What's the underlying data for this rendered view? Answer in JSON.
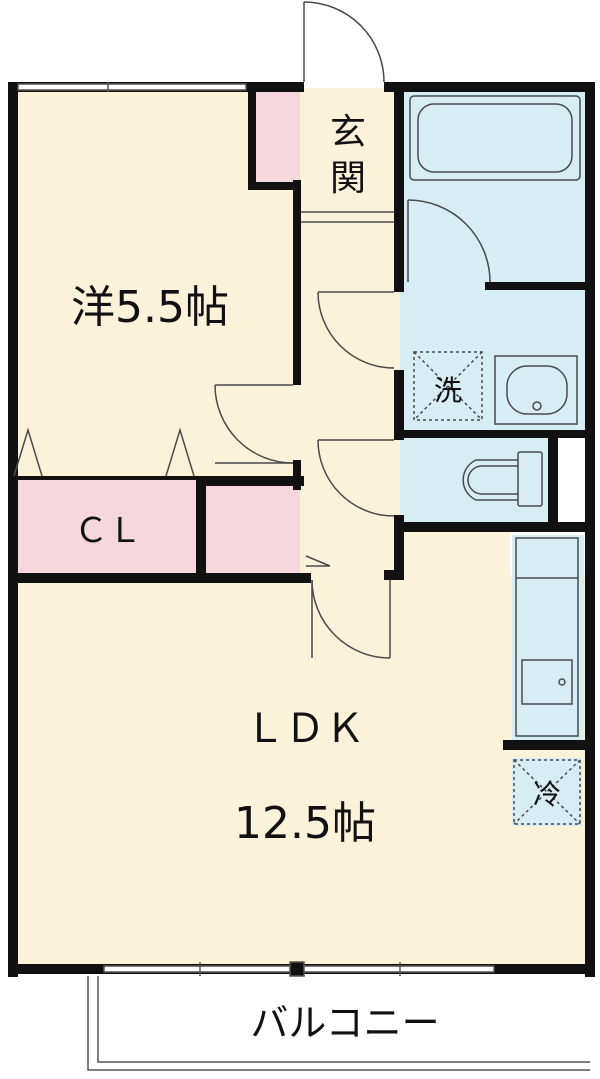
{
  "colors": {
    "floor_room": "#fbf3d9",
    "floor_wet": "#d6edf3",
    "closet": "#f6d7dd",
    "wall": "#111111",
    "fixture_line": "#4a4a4a",
    "outline": "#2a2a2a"
  },
  "rooms": {
    "western_room": "洋5.5帖",
    "closet": "ＣＬ",
    "ldk_name": "ＬＤＫ",
    "ldk_size": "12.5帖",
    "entrance_line1": "玄",
    "entrance_line2": "関",
    "balcony": "バルコニー"
  },
  "fixtures": {
    "washer_space": "洗",
    "fridge_space": "冷"
  },
  "icons": [
    "door-swing-icon",
    "bathtub-icon",
    "sink-icon",
    "toilet-icon",
    "kitchen-sink-icon",
    "washer-cross-icon",
    "fridge-cross-icon"
  ]
}
